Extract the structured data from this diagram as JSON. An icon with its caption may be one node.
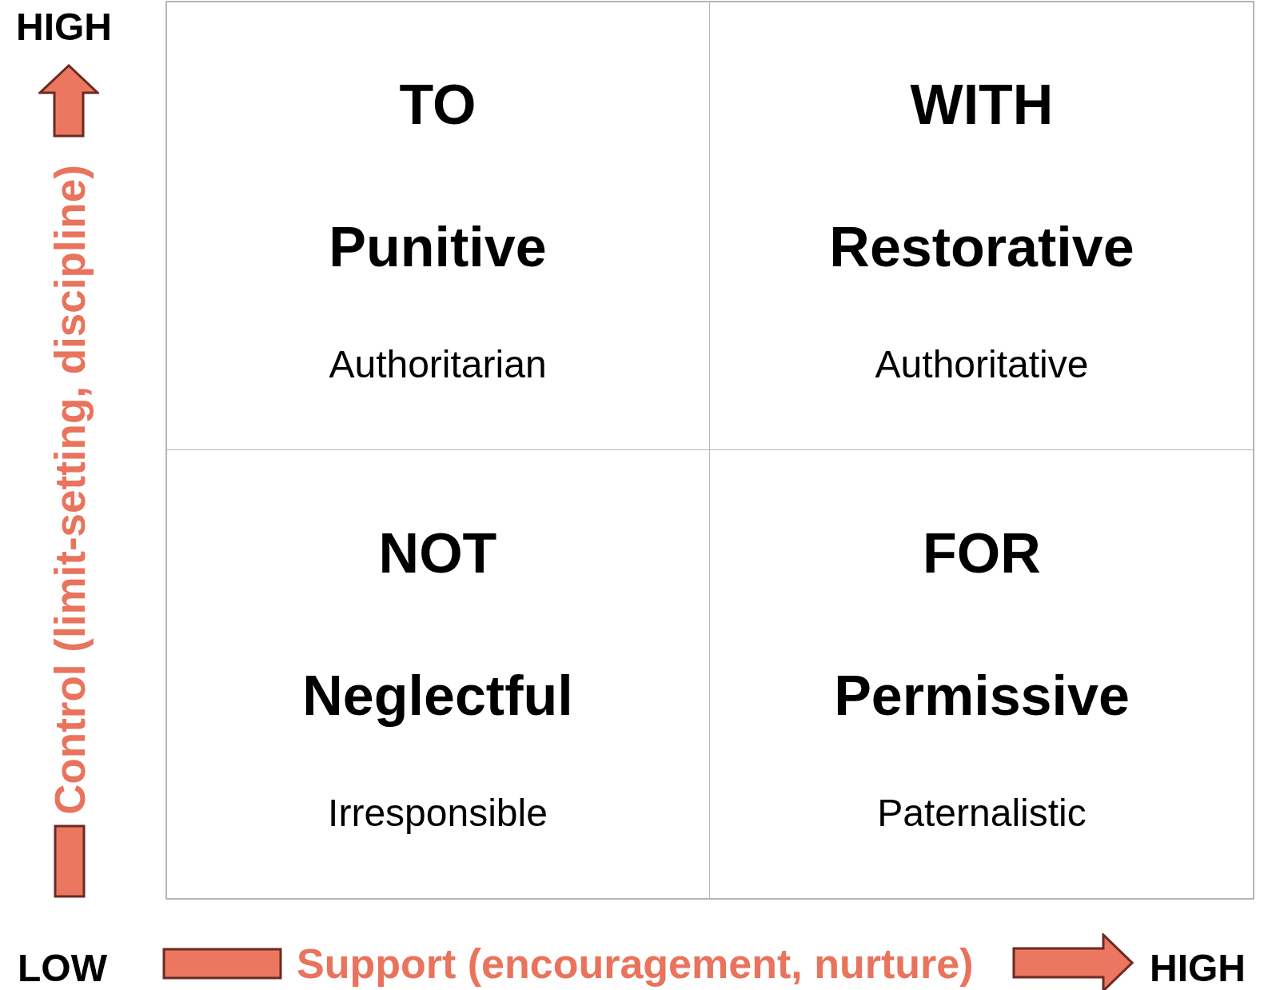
{
  "diagram": {
    "nodes": [
      {
        "text": [
          "TO",
          "Punitive",
          "Authoritarian"
        ]
      },
      {
        "text": [
          "WITH",
          "Restorative",
          "Authoritative"
        ]
      },
      {
        "text": [
          "NOT",
          "Neglectful",
          "Irresponsible"
        ]
      },
      {
        "text": [
          "FOR",
          "Permissive",
          "Paternalistic"
        ]
      }
    ],
    "labels": [
      "HIGH",
      "Control (limit-setting, discipline)",
      "LOW",
      "Support (encouragement, nurture)",
      "HIGH"
    ]
  }
}
